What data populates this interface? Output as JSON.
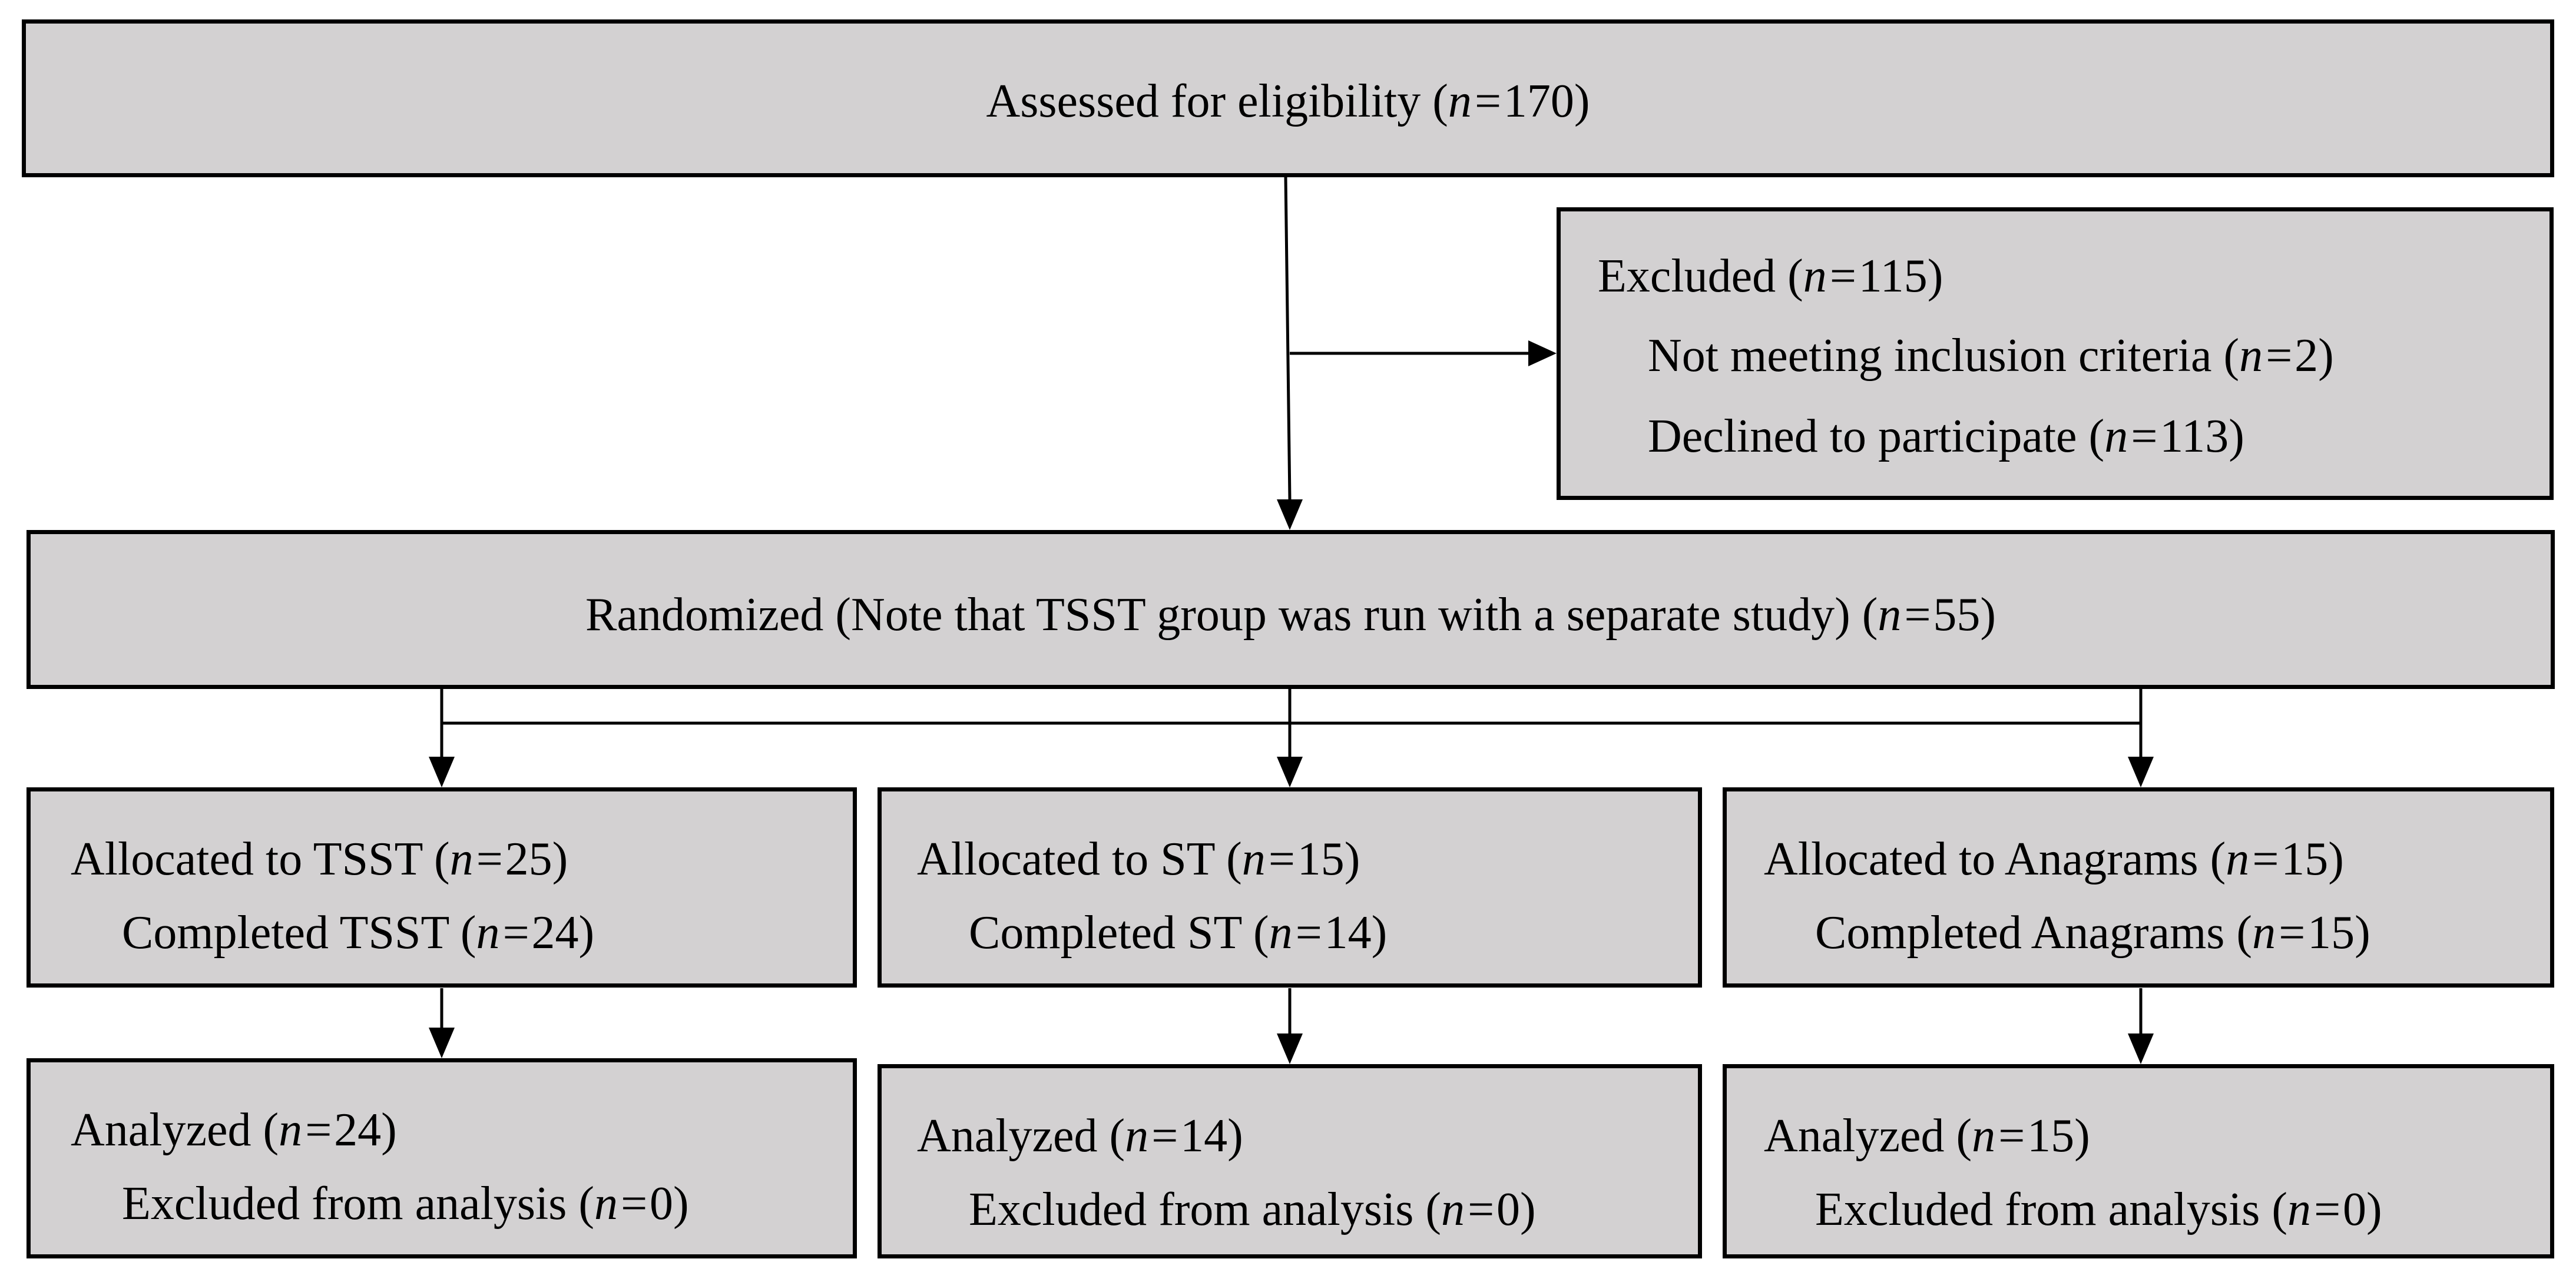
{
  "assessed": {
    "label": "Assessed for eligibility (",
    "n": "170",
    "close": ")"
  },
  "excluded": {
    "title": {
      "label": "Excluded (",
      "n": "115",
      "close": ")"
    },
    "not_meeting": {
      "label": "Not meeting inclusion criteria (",
      "n": "2",
      "close": ")"
    },
    "declined": {
      "label": "Declined to participate (",
      "n": "113",
      "close": ")"
    }
  },
  "randomized": {
    "label": "Randomized (Note that TSST group was run with a separate study) (",
    "n": "55",
    "close": ")"
  },
  "groups": [
    {
      "allocated": {
        "label": "Allocated to TSST (",
        "n": "25",
        "close": ")"
      },
      "completed": {
        "label": "Completed TSST (",
        "n": "24",
        "close": ")"
      },
      "analyzed": {
        "label": "Analyzed (",
        "n": "24",
        "close": ")"
      },
      "excluded_analysis": {
        "label": "Excluded from analysis (",
        "n": "0",
        "close": ")"
      }
    },
    {
      "allocated": {
        "label": "Allocated to ST (",
        "n": "15",
        "close": ")"
      },
      "completed": {
        "label": "Completed ST (",
        "n": "14",
        "close": ")"
      },
      "analyzed": {
        "label": "Analyzed (",
        "n": "14",
        "close": ")"
      },
      "excluded_analysis": {
        "label": "Excluded from analysis (",
        "n": "0",
        "close": ")"
      }
    },
    {
      "allocated": {
        "label": "Allocated to Anagrams (",
        "n": "15",
        "close": ")"
      },
      "completed": {
        "label": "Completed Anagrams (",
        "n": "15",
        "close": ")"
      },
      "analyzed": {
        "label": "Analyzed (",
        "n": "15",
        "close": ")"
      },
      "excluded_analysis": {
        "label": "Excluded from analysis (",
        "n": "0",
        "close": ")"
      }
    }
  ],
  "n_symbol": "n=",
  "colors": {
    "box_fill": "#d3d1d2",
    "border": "#000000",
    "text": "#000000",
    "background": "#ffffff"
  }
}
